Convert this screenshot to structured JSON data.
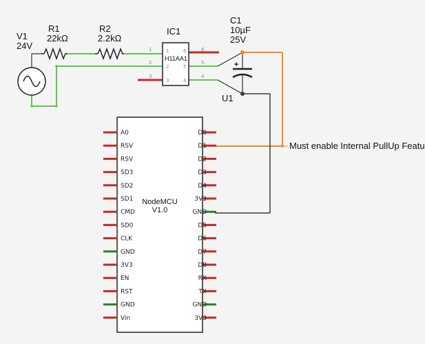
{
  "components": {
    "v1": {
      "ref": "V1",
      "value": "24V"
    },
    "r1": {
      "ref": "R1",
      "value": "22kΩ"
    },
    "r2": {
      "ref": "R2",
      "value": "2.2kΩ"
    },
    "ic1": {
      "ref": "IC1",
      "part": "H11AA1",
      "pins": [
        "1",
        "2",
        "3",
        "4",
        "5",
        "6"
      ]
    },
    "c1": {
      "ref": "C1",
      "value": "10µF",
      "voltage": "25V",
      "polarity": "+"
    },
    "u1": {
      "ref": "U1"
    }
  },
  "mcu": {
    "name": "NodeMCU",
    "version": "V1.0",
    "left_pins": [
      "A0",
      "RSV",
      "RSV",
      "SD3",
      "SD2",
      "SD1",
      "CMD",
      "SD0",
      "CLK",
      "GND",
      "3V3",
      "EN",
      "RST",
      "GND",
      "Vin"
    ],
    "right_pins": [
      "D0",
      "D1",
      "D2",
      "D3",
      "D4",
      "3V3",
      "GND",
      "D5",
      "D6",
      "D7",
      "D8",
      "RX",
      "TX",
      "GND",
      "3V3"
    ]
  },
  "annotation": "Must enable Internal PullUp Feature",
  "colors": {
    "pin_red": "#c62828",
    "pin_green": "#2e7d32",
    "wire_green": "#5dc84a",
    "wire_orange": "#f08a24",
    "wire_dark": "#3a3a3a"
  }
}
